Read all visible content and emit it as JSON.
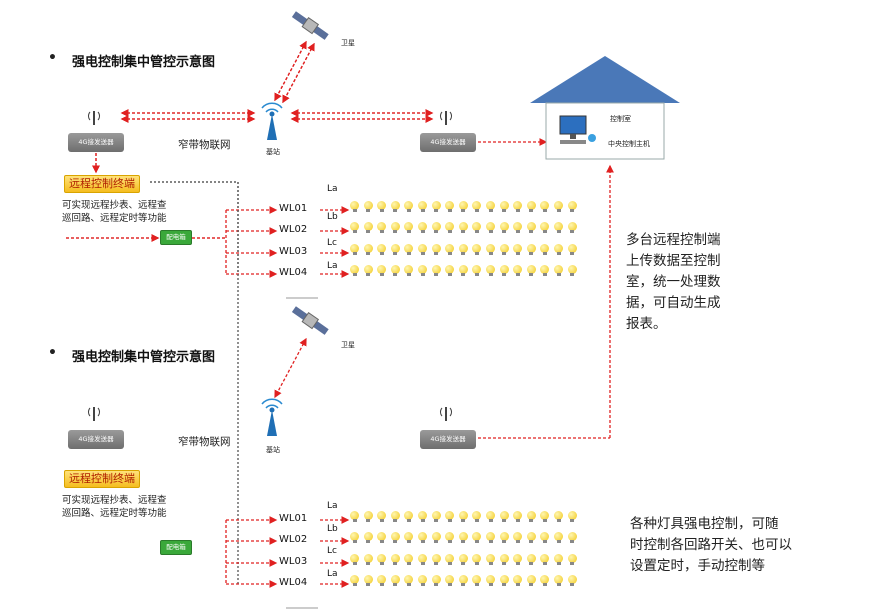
{
  "diagrams": [
    {
      "title": "强电控制集中管控示意图",
      "satellite_label": "卫星",
      "base_station_label": "基站",
      "network_label": "窄带物联网",
      "transmitter_left": "4G接发送器",
      "transmitter_right": "4G接发送器",
      "terminal_label": "远程控制终端",
      "function_text": "可实现远程抄表、远程查\n巡回路、远程定时等功能",
      "distribution_box": "配电箱",
      "circuits": [
        {
          "name": "WL01",
          "phase": "La"
        },
        {
          "name": "WL02",
          "phase": "Lb"
        },
        {
          "name": "WL03",
          "phase": "Lc"
        },
        {
          "name": "WL04",
          "phase": "La"
        }
      ]
    },
    {
      "title": "强电控制集中管控示意图",
      "satellite_label": "卫星",
      "base_station_label": "基站",
      "network_label": "窄带物联网",
      "transmitter_left": "4G接发送器",
      "transmitter_right": "4G接发送器",
      "terminal_label": "远程控制终端",
      "function_text": "可实现远程抄表、远程查\n巡回路、远程定时等功能",
      "distribution_box": "配电箱",
      "circuits": [
        {
          "name": "WL01",
          "phase": "La"
        },
        {
          "name": "WL02",
          "phase": "Lb"
        },
        {
          "name": "WL03",
          "phase": "Lc"
        },
        {
          "name": "WL04",
          "phase": "La"
        }
      ]
    }
  ],
  "control_room": {
    "room_label": "控制室",
    "host_label": "中央控制主机",
    "roof_color": "#4a78b8"
  },
  "notes": {
    "upload": "多台远程控制端\n上传数据至控制\n室，统一处理数\n据，可自动生成\n报表。",
    "control": "各种灯具强电控制，可随\n时控制各回路开关、也可以\n设置定时，手动控制等"
  },
  "colors": {
    "signal_line": "#e02020",
    "data_line": "#555555",
    "bulb": "#f2c81a",
    "transmitter": "#7a7a7a",
    "distribution_box": "#3aa83a"
  },
  "bulbs_per_row": 17
}
